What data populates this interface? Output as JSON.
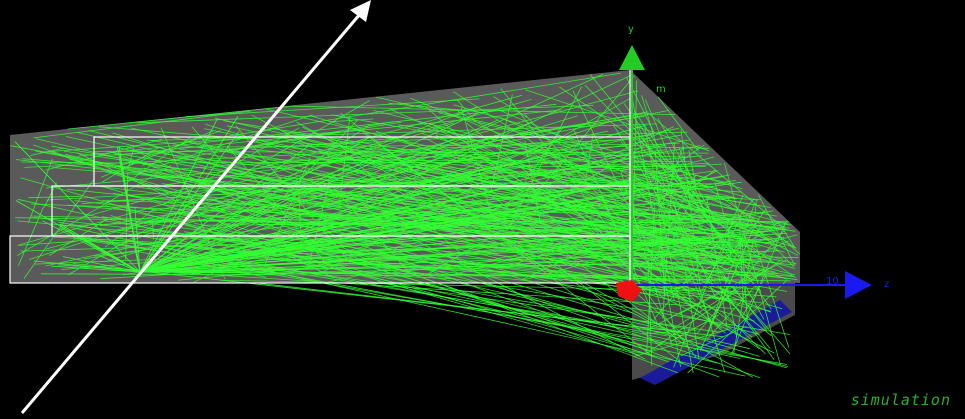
{
  "viewer": {
    "axis_y_label": "y",
    "axis_z_label": "z",
    "axis_z_tick": "10",
    "axis_unit": "m",
    "watermark": "simulation"
  },
  "colors": {
    "background": "#000000",
    "ray": "#33ff33",
    "geometry_fill": "#5a5a5a",
    "outline": "#ffffff",
    "axis_y": "#22cc22",
    "axis_z": "#1a1aee",
    "axis_origin": "#ee1111",
    "detector": "#1b1b9a"
  }
}
